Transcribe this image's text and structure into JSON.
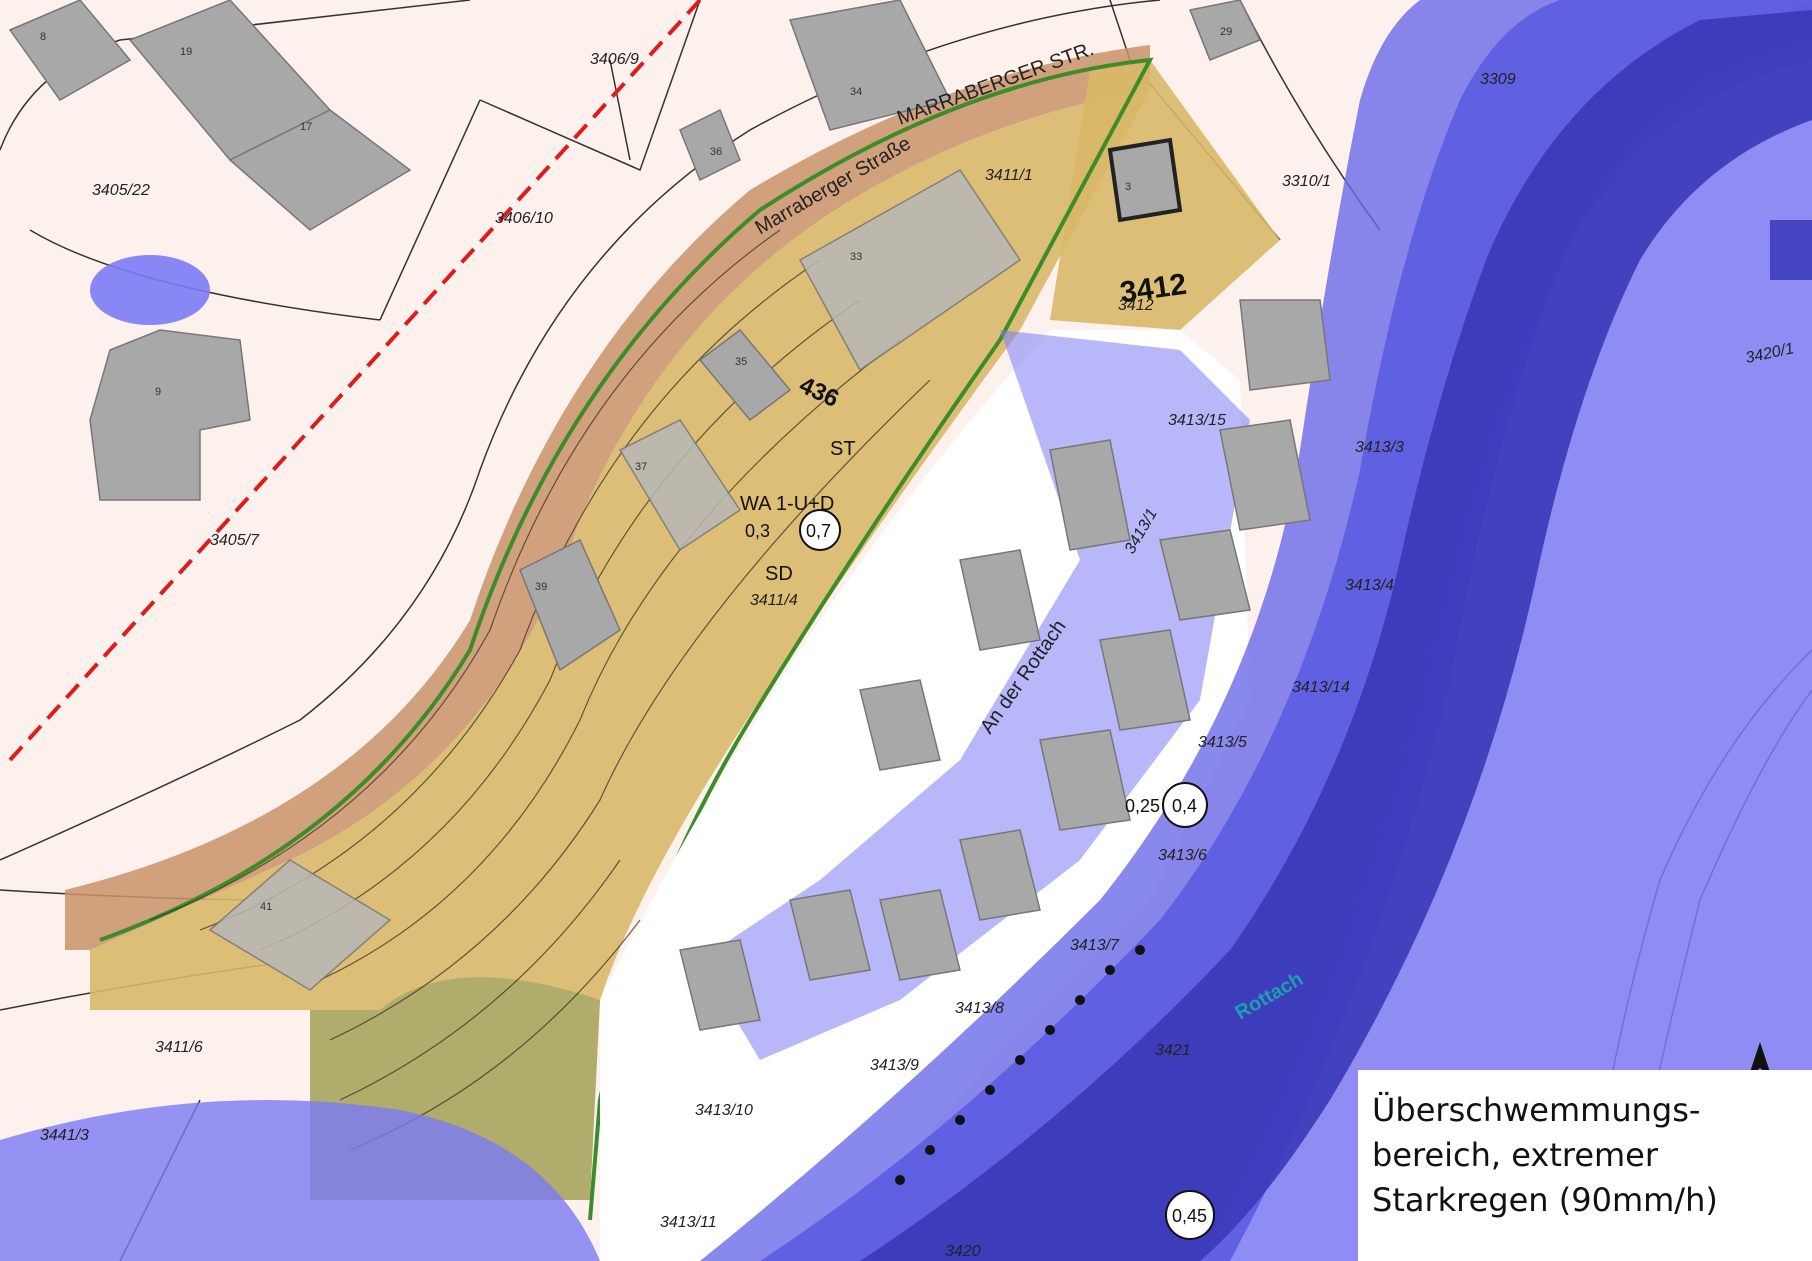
{
  "map": {
    "parcels": [
      {
        "id": "p1",
        "label": "3406/9"
      },
      {
        "id": "p2",
        "label": "3405/22"
      },
      {
        "id": "p3",
        "label": "3406/10"
      },
      {
        "id": "p4",
        "label": "3405/7"
      },
      {
        "id": "p5",
        "label": "3411/6"
      },
      {
        "id": "p6",
        "label": "3441/3"
      },
      {
        "id": "p7",
        "label": "3309"
      },
      {
        "id": "p8",
        "label": "3310/1"
      },
      {
        "id": "p9",
        "label": "3420/1"
      },
      {
        "id": "p10",
        "label": "3413/3"
      },
      {
        "id": "p11",
        "label": "3413/4"
      },
      {
        "id": "p12",
        "label": "3413/14"
      },
      {
        "id": "p13",
        "label": "3413/5"
      },
      {
        "id": "p14",
        "label": "3413/6"
      },
      {
        "id": "p15",
        "label": "3413/7"
      },
      {
        "id": "p16",
        "label": "3413/8"
      },
      {
        "id": "p17",
        "label": "3413/9"
      },
      {
        "id": "p18",
        "label": "3413/10"
      },
      {
        "id": "p19",
        "label": "3413/11"
      },
      {
        "id": "p20",
        "label": "3420"
      },
      {
        "id": "p21",
        "label": "3413/15"
      },
      {
        "id": "p22",
        "label": "3413/1"
      },
      {
        "id": "p23",
        "label": "3411/1"
      },
      {
        "id": "p24",
        "label": "3411/4"
      },
      {
        "id": "p25",
        "label": "3412"
      },
      {
        "id": "p26",
        "label": "3421"
      }
    ],
    "house_numbers": [
      "8",
      "19",
      "17",
      "9",
      "34",
      "36",
      "29",
      "33",
      "35",
      "37",
      "39",
      "41",
      "3"
    ],
    "streets": {
      "marraberger_label": "Marraberger Straße",
      "marraberger_caps": "MARRABERGER STR.",
      "an_der_rottach": "An der Rottach"
    },
    "plan_symbols": {
      "zoning": "WA 1-U+D",
      "grz": "0,3",
      "gfz": "0,7",
      "st": "ST",
      "sd": "SD",
      "lot_big": "3412",
      "height": "436",
      "gfz2": "0,4",
      "gfz3": "0,45",
      "grz2": "0,25"
    },
    "river_name": "Rottach",
    "colors": {
      "background": "#fdf1ee",
      "road": "#c9936a",
      "plot": "#d8b868",
      "building": "#a8a8a8",
      "flood_light": "#7b7bf5",
      "flood_mid": "#5959e0",
      "flood_dark": "#3a3ab8",
      "boundary_red": "#e01b1b",
      "green_line": "#3d8c2a"
    }
  },
  "legend": {
    "line1": "Überschwemmungs-",
    "line2": "bereich, extremer",
    "line3": "Starkregen (90mm/h)"
  }
}
